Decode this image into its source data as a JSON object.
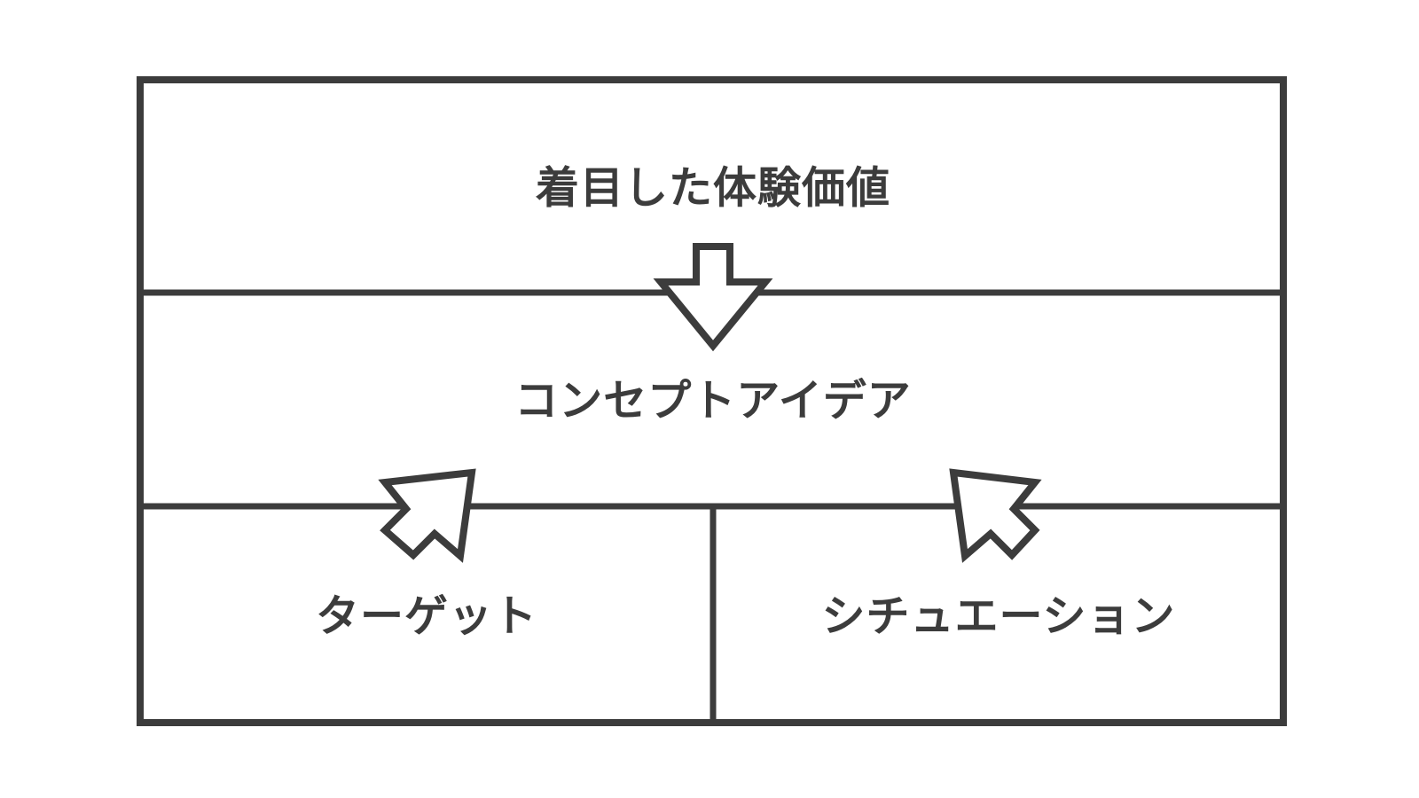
{
  "diagram": {
    "top_box": {
      "label": "着目した体験価値"
    },
    "middle_box": {
      "label": "コンセプトアイデア"
    },
    "bottom_left_box": {
      "label": "ターゲット"
    },
    "bottom_right_box": {
      "label": "シチュエーション"
    },
    "arrows": [
      {
        "name": "arrow-value-to-concept",
        "direction": "down"
      },
      {
        "name": "arrow-target-to-concept",
        "direction": "up-right"
      },
      {
        "name": "arrow-situation-to-concept",
        "direction": "up-left"
      }
    ]
  },
  "colors": {
    "stroke": "#3c3c3c",
    "background": "#ffffff"
  }
}
